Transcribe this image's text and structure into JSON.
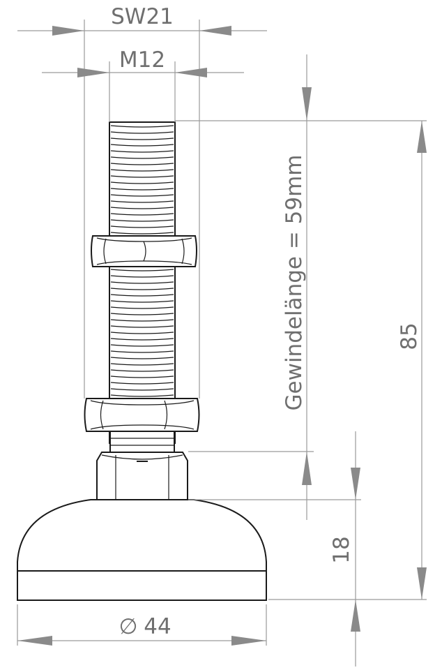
{
  "drawing": {
    "sw_label": "SW21",
    "thread_label": "M12",
    "thread_length_label": "Gewindelänge = 59mm",
    "height_label": "85",
    "base_height_label": "18",
    "diameter_symbol": "∅",
    "diameter_label": "44"
  }
}
